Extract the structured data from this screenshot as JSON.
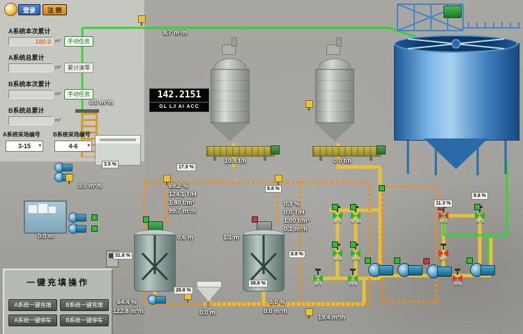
{
  "colors": {
    "pipe_yellow": "#e6c23a",
    "pipe_green": "#35d435",
    "pipe_orange": "#ff8a00",
    "status_on": "#27c427",
    "status_off": "#e03030",
    "valve_open": "#1ebc1e",
    "valve_closed": "#e03030"
  },
  "icons": {
    "dropdown": "▾"
  },
  "header": {
    "login": "登录",
    "logout": "注 销"
  },
  "panel": {
    "a_cur": {
      "label": "A系统本次累计",
      "value": "180.0",
      "unit": "m³",
      "btn": "手动任务"
    },
    "a_tot": {
      "label": "A系统总累计",
      "value": "",
      "unit": "m³",
      "btn": "累计清零"
    },
    "b_cur": {
      "label": "B系统本次累计",
      "value": "",
      "unit": "m³",
      "btn": "手动任务"
    },
    "b_tot": {
      "label": "B系统总累计",
      "value": "",
      "unit": "m³"
    },
    "stope_a": {
      "label": "A系统采场编号",
      "value": "3-15"
    },
    "stope_b": {
      "label": "B系统采场编号",
      "value": "4-6"
    }
  },
  "onekey": {
    "title": "一键充填操作",
    "a_fill": "A系统一键充填",
    "b_fill": "B系统一键充填",
    "a_stop": "A系统一键停车",
    "b_stop": "B系统一键停车"
  },
  "display": {
    "value": "142.2151",
    "code": "GL LJ AI ACC"
  },
  "readings": {
    "flow_top": "8.7 m³/h",
    "flow_left": "0.0 m³/h",
    "pump_left_flow": "0.0 m³/h",
    "silo_a_feed": "10.8 t/h",
    "silo_b_feed": "0.0 t/h",
    "pool_level": "0.0 m",
    "mixer_a_level": "0.6 m",
    "mixer_b_level": "1.1 m",
    "funnel_level": "0.0 m",
    "line_flow": "19.4 m³/h"
  },
  "group_a": {
    "conc": "69.2 %",
    "tph": "124.1 T/H",
    "density": "1.80 t/m³",
    "flow": "99.7 m³/h"
  },
  "group_b": {
    "conc": "0.3 %",
    "tph": "0.0 T/H",
    "density": "1.00 t/m³",
    "flow": "0.1 m³/h"
  },
  "pump_a": {
    "conc": "64.4 %",
    "flow": "122.8 m³/h"
  },
  "pump_b": {
    "conc": "0.0 %",
    "flow": "0.0 m³/h"
  },
  "chips": {
    "tank": "3.5 %",
    "silo_a": "17.9 %",
    "silo_b": "8.8 %",
    "mixer_a_side": "31.8 %",
    "mixer_a_out": "28.8 %",
    "mixer_b_side": "8.8 %",
    "mixer_b_out": "38.8 %",
    "right_upper": "8.8 %",
    "right_lower": "11.3 %"
  },
  "valves": {
    "vf1": "VF1",
    "vf2": "VF2",
    "vf3": "VF3",
    "vf4": "VF4",
    "vf5": "VF5",
    "vf6": "VF6",
    "vf7": "VF7",
    "vf8": "VF8",
    "vf9": "VF9",
    "vf10": "VF10"
  }
}
